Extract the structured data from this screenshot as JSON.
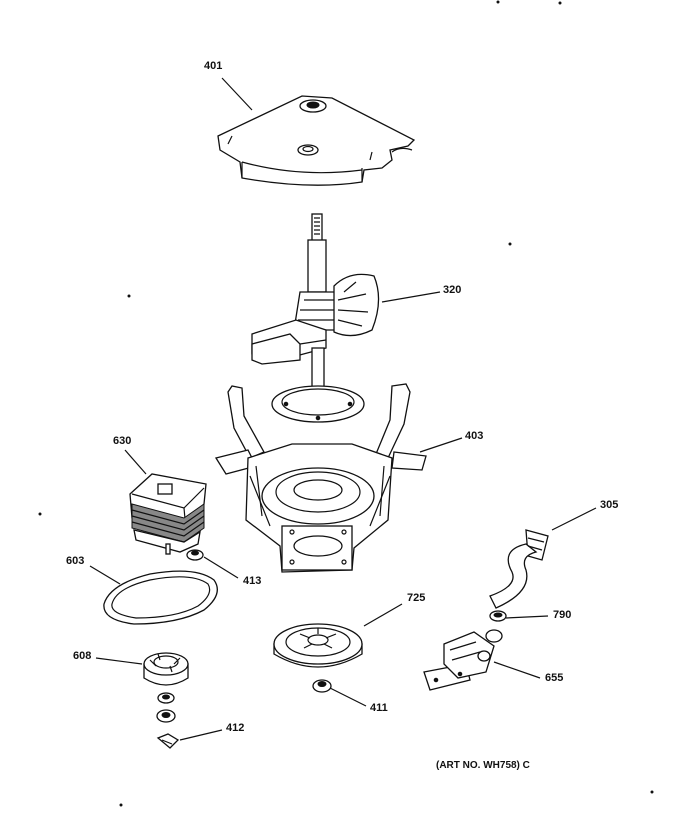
{
  "labels": {
    "p401": "401",
    "p320": "320",
    "p403": "403",
    "p630": "630",
    "p305": "305",
    "p603": "603",
    "p413": "413",
    "p725": "725",
    "p790": "790",
    "p608": "608",
    "p655": "655",
    "p411": "411",
    "p412": "412"
  },
  "art_number": "(ART NO. WH758) C"
}
